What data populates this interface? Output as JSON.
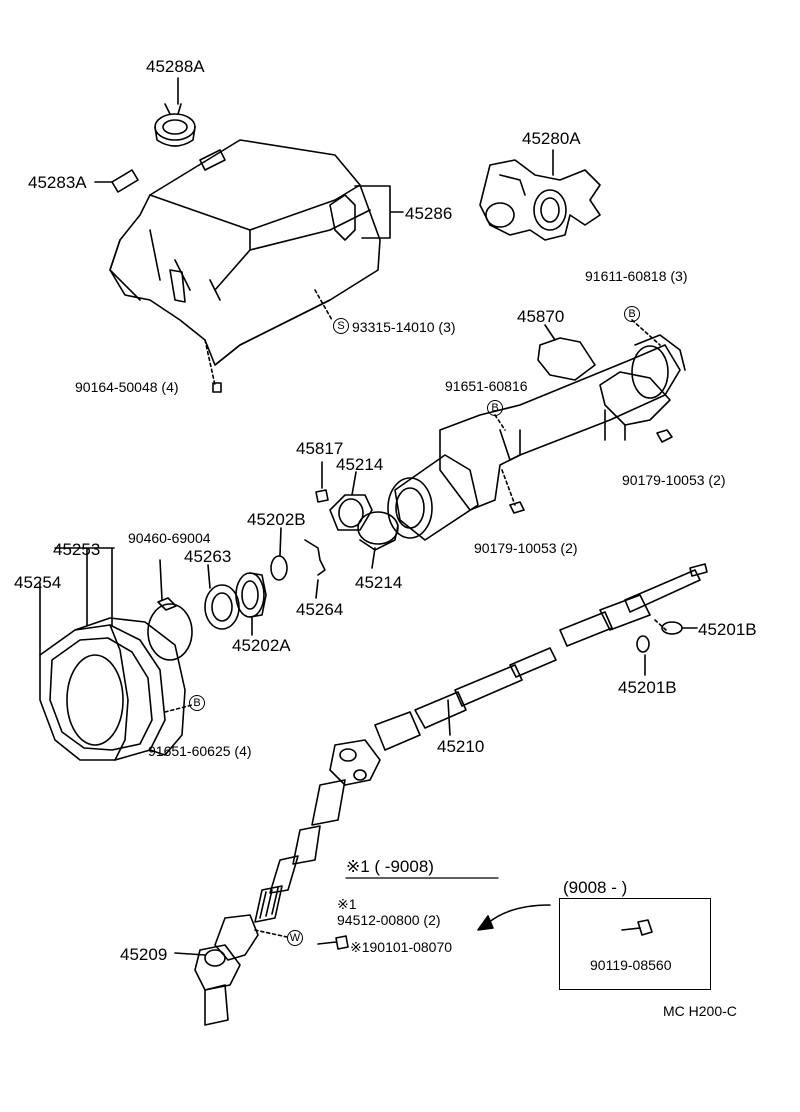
{
  "labels": {
    "p45288A": "45288A",
    "p45283A": "45283A",
    "p45286": "45286",
    "p93315": "93315-14010 (3)",
    "p90164": "90164-50048 (4)",
    "p45280A": "45280A",
    "p91611": "91611-60818 (3)",
    "p45870": "45870",
    "p91651a": "91651-60816",
    "p90179a": "90179-10053 (2)",
    "p45817": "45817",
    "p45214a": "45214",
    "p45202B": "45202B",
    "p90179b": "90179-10053 (2)",
    "p45253": "45253",
    "p90460": "90460-69004",
    "p45263": "45263",
    "p45254": "45254",
    "p45264": "45264",
    "p45214b": "45214",
    "p45202A": "45202A",
    "p45201Ba": "45201B",
    "p45201Bb": "45201B",
    "p91651b": "91651-60625 (4)",
    "p45210": "45210",
    "note1": "※1 (      -9008)",
    "p9008": "(9008 -         )",
    "star1": "※1",
    "p94512": "94512-00800 (2)",
    "p90101": "※190101-08070",
    "p45209": "45209",
    "p90119": "90119-08560",
    "code": "MC H200-C"
  },
  "markers": {
    "s": "S",
    "b": "B",
    "w": "W"
  }
}
